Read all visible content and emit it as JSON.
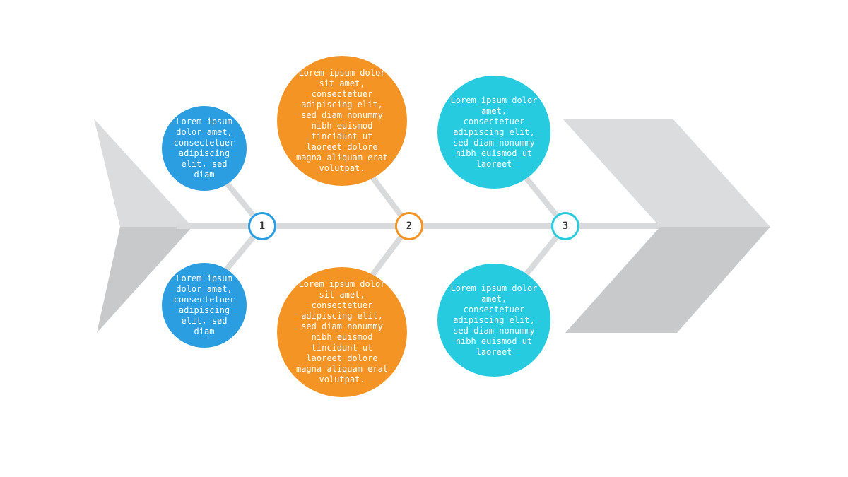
{
  "colors": {
    "blue": "#2a9ee0",
    "orange": "#f39424",
    "cyan": "#26cbe0",
    "spine": "#d9dadb",
    "tail_light": "#dbdcde",
    "tail_dark": "#c8c9cb"
  },
  "nodes": [
    {
      "label": "1",
      "color": "blue"
    },
    {
      "label": "2",
      "color": "orange"
    },
    {
      "label": "3",
      "color": "cyan"
    }
  ],
  "bubbles": {
    "b1_top": "Lorem ipsum dolor amet, consectetuer adipiscing elit, sed diam",
    "b1_bottom": "Lorem ipsum dolor amet, consectetuer adipiscing elit, sed diam",
    "b2_top": "Lorem ipsum dolor sit amet, consectetuer adipiscing elit, sed diam nonummy nibh euismod tincidunt ut laoreet dolore magna aliquam erat volutpat.",
    "b2_bottom": "Lorem ipsum dolor sit amet, consectetuer adipiscing elit, sed diam nonummy nibh euismod tincidunt ut laoreet dolore magna aliquam erat volutpat.",
    "b3_top": "Lorem ipsum dolor amet, consectetuer adipiscing elit, sed diam nonummy nibh euismod ut laoreet",
    "b3_bottom": "Lorem ipsum dolor amet, consectetuer adipiscing elit, sed diam nonummy nibh euismod ut laoreet"
  }
}
